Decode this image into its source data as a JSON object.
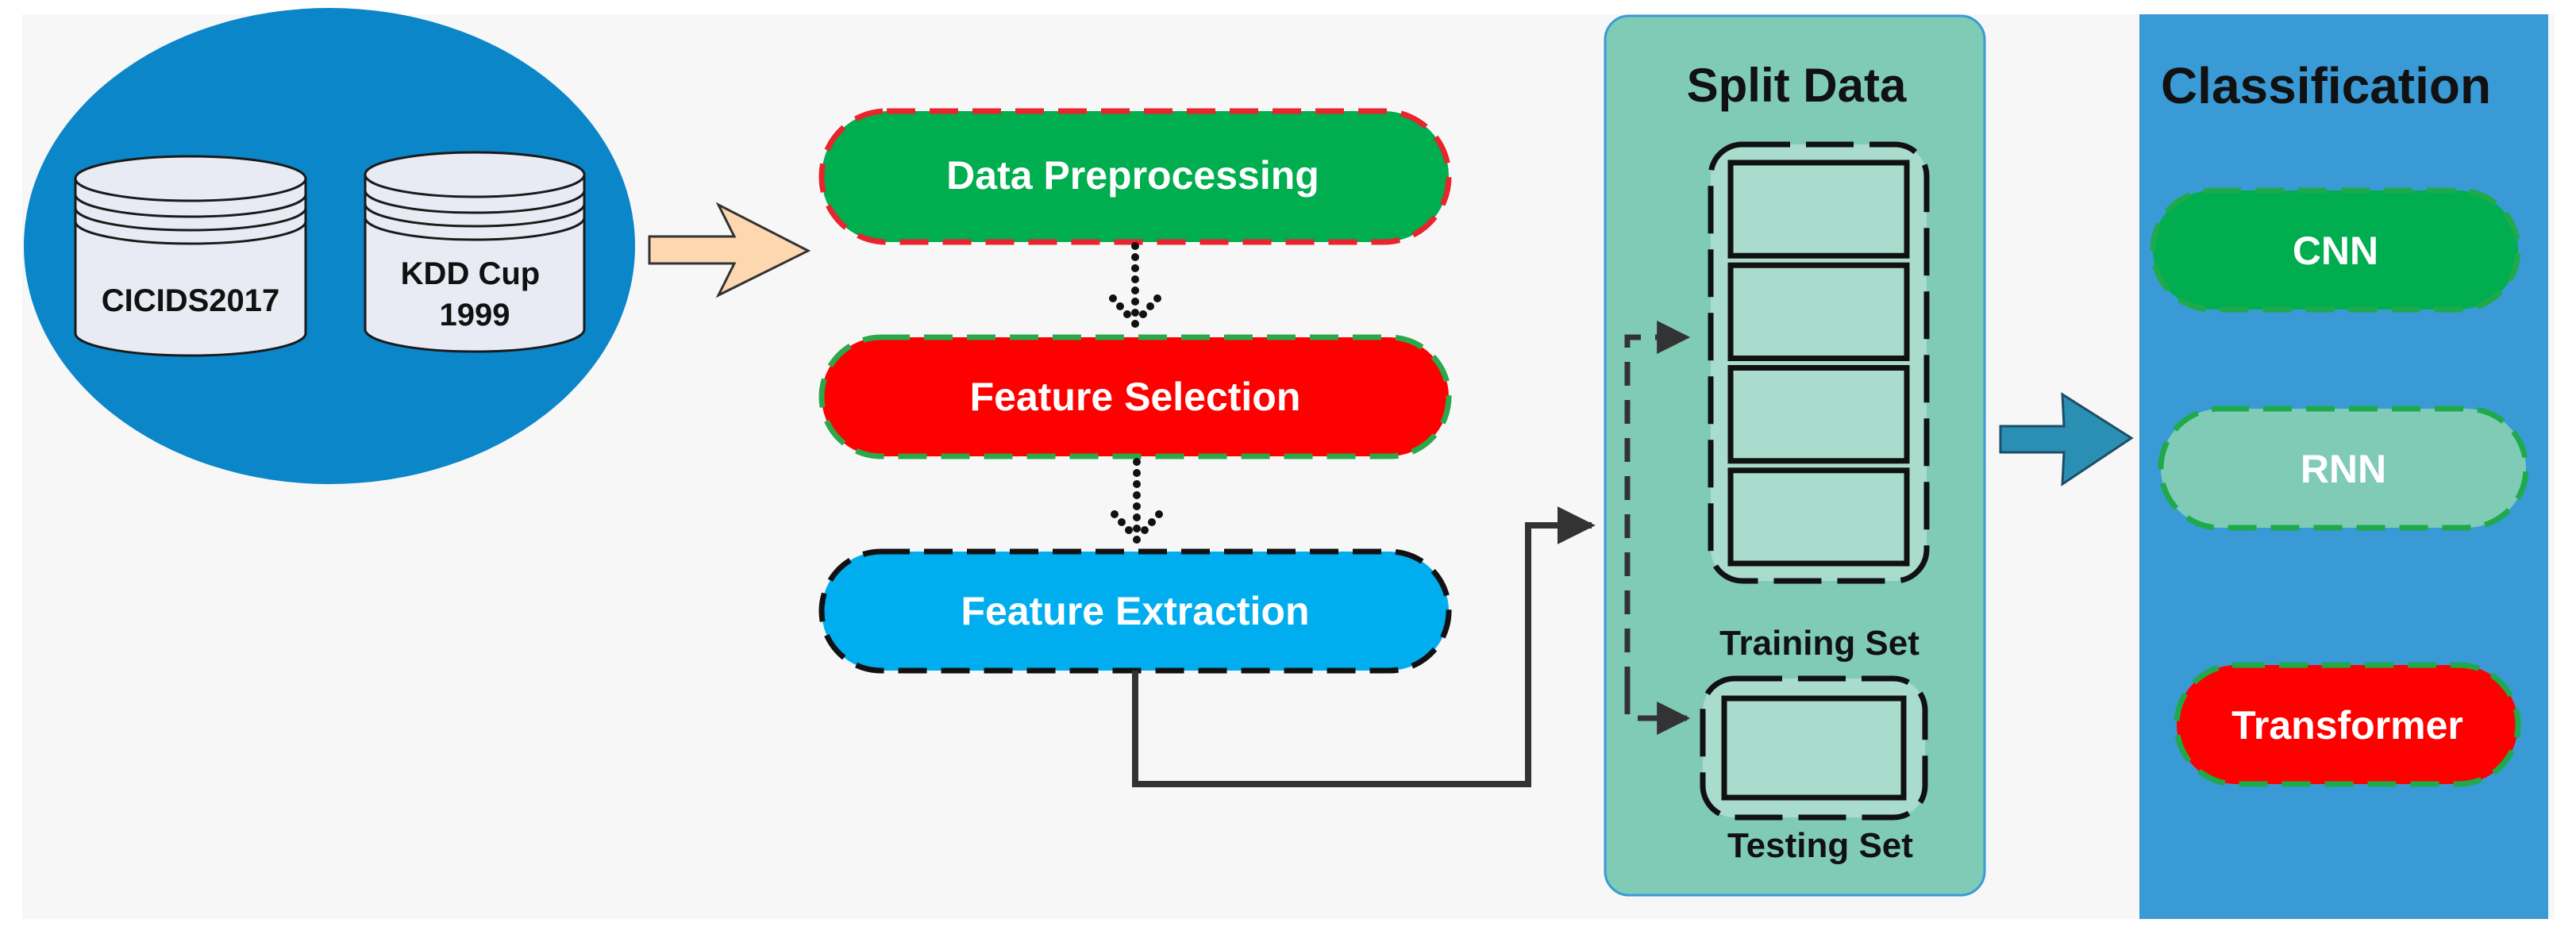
{
  "datasets": [
    {
      "label_lines": [
        "CICIDS2017"
      ]
    },
    {
      "label_lines": [
        "KDD Cup",
        "1999"
      ]
    }
  ],
  "pipeline": {
    "preprocessing": "Data Preprocessing",
    "selection": "Feature Selection",
    "extraction": "Feature Extraction"
  },
  "split": {
    "title": "Split Data",
    "training_label": "Training Set",
    "testing_label": "Testing Set",
    "training_blocks": 4,
    "testing_blocks": 1
  },
  "classification": {
    "title": "Classification",
    "models": [
      "CNN",
      "RNN",
      "Transformer"
    ]
  },
  "colors": {
    "canvas_bg": "#f7f7f7",
    "dataset_oval": "#0b86c9",
    "drum_fill": "#e8ebf4",
    "preprocessing_fill": "#00ad4f",
    "preprocessing_dash": "#e8242d",
    "selection_fill": "#ff0000",
    "selection_dash": "#2aa84a",
    "extraction_fill": "#00aeef",
    "split_panel": "#7fcbb6",
    "split_block": "#a9dccd",
    "classification_panel": "#3a9ad6",
    "cnn_fill": "#00ad4f",
    "rnn_fill": "#7fcbb6",
    "transformer_fill": "#ff0000",
    "model_dash": "#1eaa4a",
    "input_arrow": "#fdd7b0",
    "output_arrow": "#2b8fb3"
  }
}
